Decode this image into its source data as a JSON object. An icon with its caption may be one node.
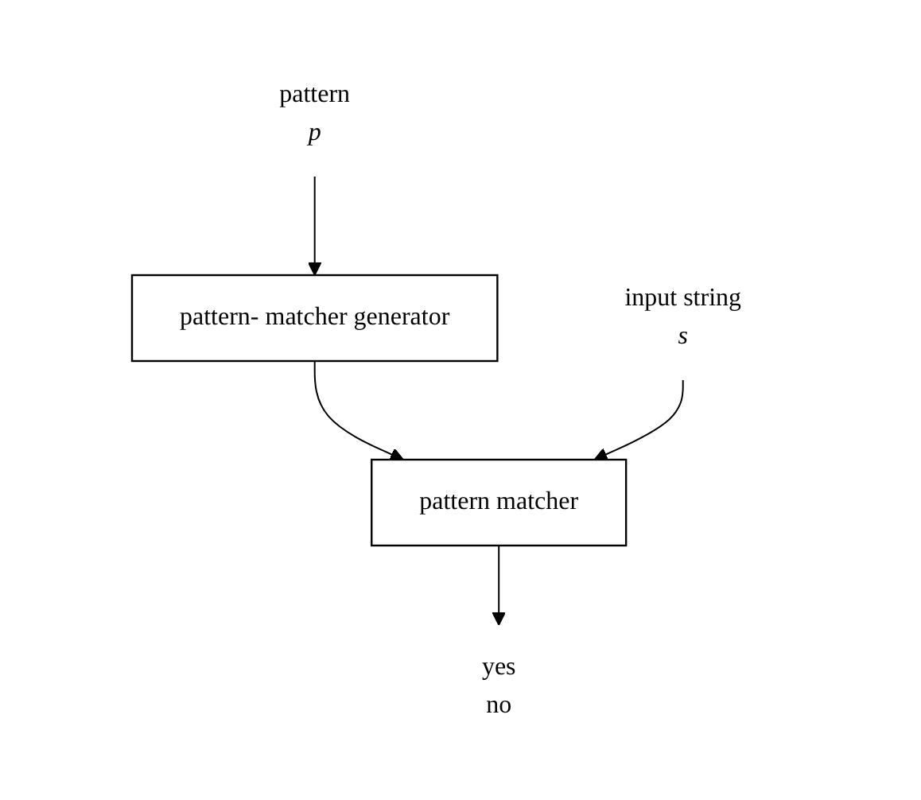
{
  "diagram": {
    "nodes": [
      {
        "text": [
          "pattern",
          "p"
        ]
      },
      {
        "text": [
          "pattern- matcher generator"
        ]
      },
      {
        "text": [
          "pattern matcher"
        ]
      },
      {
        "text": [
          "input string",
          "s"
        ]
      },
      {
        "text": [
          "yes",
          "no"
        ]
      }
    ],
    "edges": [
      {
        "from": 0,
        "to": 1,
        "arrow": "to"
      },
      {
        "from": 1,
        "to": 2,
        "arrow": "to"
      },
      {
        "from": 3,
        "to": 2,
        "arrow": "to"
      },
      {
        "from": 2,
        "to": 4,
        "arrow": "to"
      }
    ]
  }
}
